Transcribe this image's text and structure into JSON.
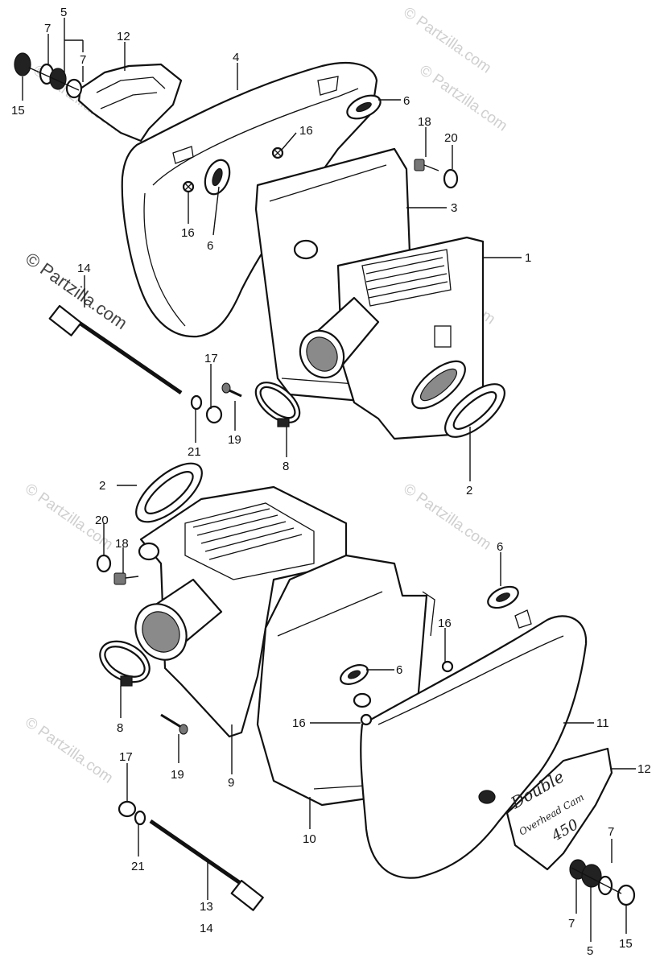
{
  "watermark": {
    "text": "© Partzilla.com"
  },
  "callouts": {
    "top": {
      "c5": "5",
      "c7a": "7",
      "c7b": "7",
      "c12": "12",
      "c4": "4",
      "c15": "15",
      "c6a": "6",
      "c16a": "16",
      "c16b": "16",
      "c6b": "6",
      "c18": "18",
      "c20": "20",
      "c3": "3",
      "c1": "1",
      "c14": "14",
      "c17": "17",
      "c21": "21",
      "c19": "19",
      "c8": "8",
      "c2": "2"
    },
    "bottom": {
      "c2": "2",
      "c20": "20",
      "c18": "18",
      "c6a": "6",
      "c16a": "16",
      "c6b": "6",
      "c8": "8",
      "c16b": "16",
      "c11": "11",
      "c12": "12",
      "c19": "19",
      "c9": "9",
      "c17": "17",
      "c21": "21",
      "c10": "10",
      "c7a": "7",
      "c7b": "7",
      "c13": "13",
      "c14": "14",
      "c5": "5",
      "c15": "15"
    }
  },
  "emblem": {
    "line1": "Double",
    "line2": "Overhead Cam",
    "line3": "450"
  }
}
